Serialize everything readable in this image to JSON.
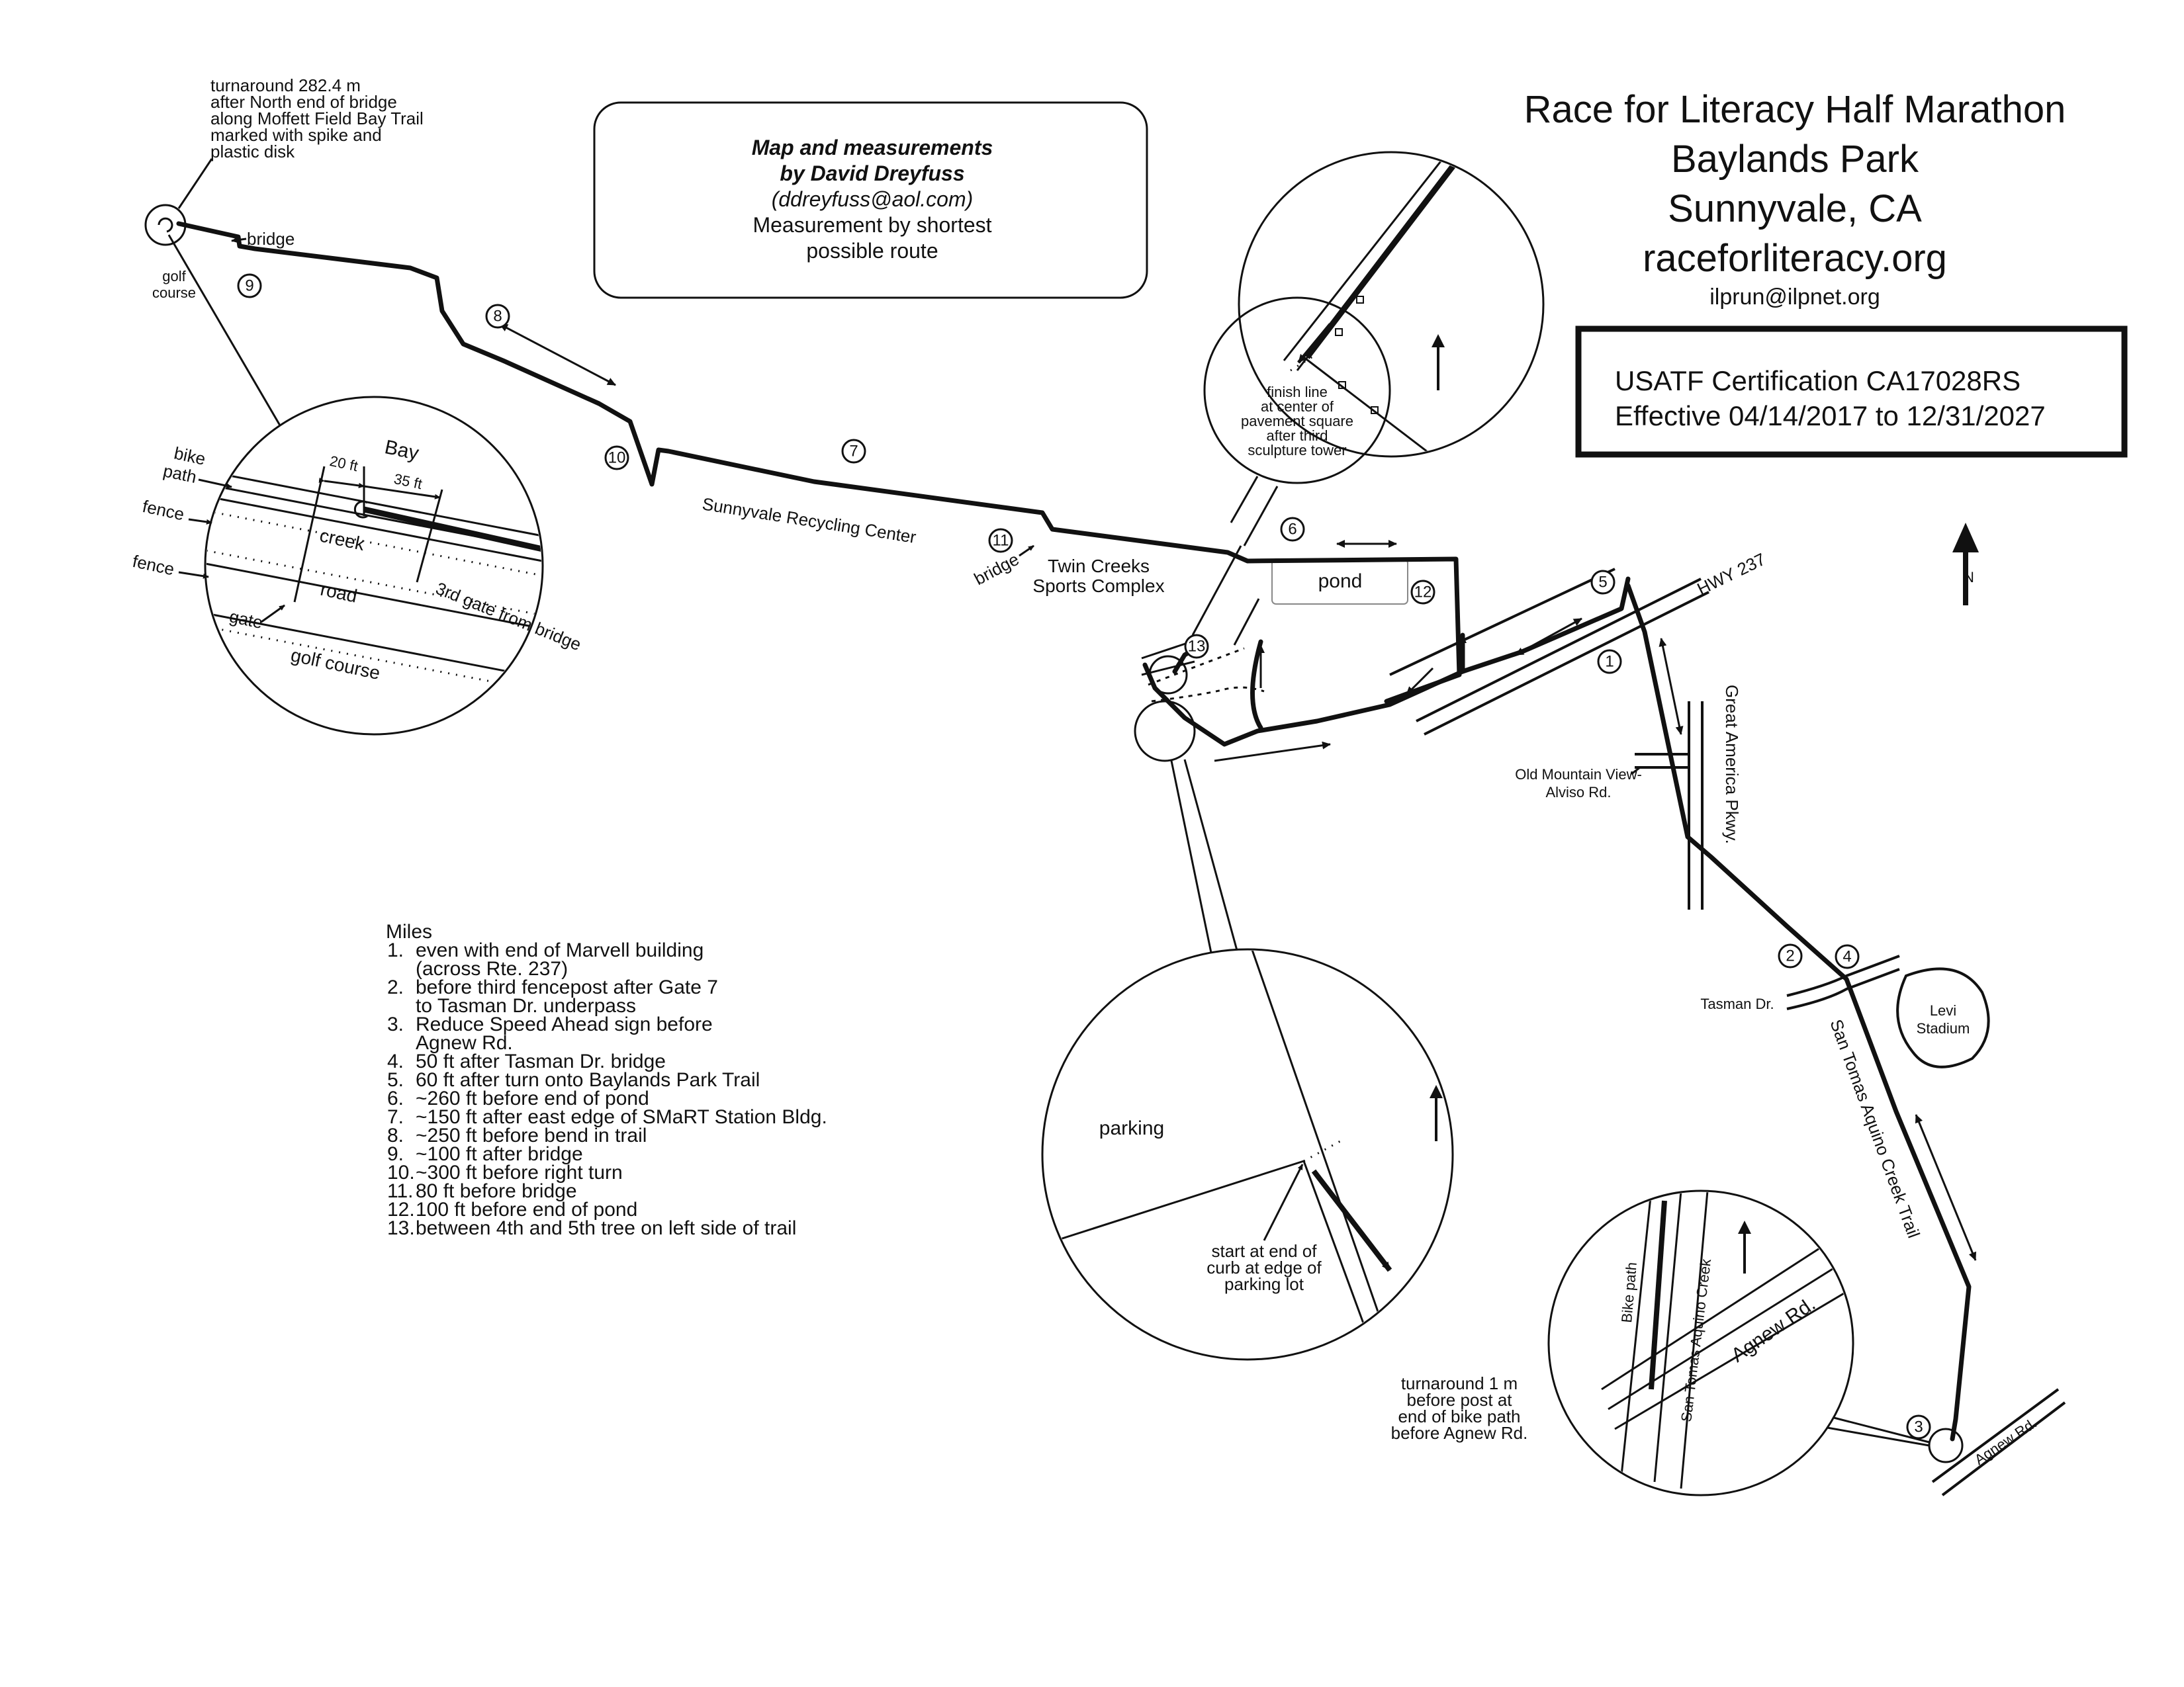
{
  "header": {
    "title_line1": "Race for Literacy Half Marathon",
    "title_line2": "Baylands Park",
    "title_line3": "Sunnyvale, CA",
    "website": "raceforliteracy.org",
    "email": "ilprun@ilpnet.org"
  },
  "certification": {
    "line1": "USATF Certification CA17028RS",
    "line2": "Effective 04/14/2017 to 12/31/2027"
  },
  "credits": {
    "line1": "Map and measurements",
    "line2": "by David Dreyfuss",
    "line3": "(ddreyfuss@aol.com)",
    "line4": "Measurement by shortest",
    "line5": "possible route"
  },
  "turnaround_north": {
    "line1": "turnaround 282.4 m",
    "line2": "after North end of bridge",
    "line3": "along Moffett Field Bay Trail",
    "line4": "marked with spike and",
    "line5": "plastic disk"
  },
  "labels": {
    "bridge_top": "bridge",
    "golf_course_1": "golf",
    "golf_course_2": "course",
    "recycling": "Sunnyvale Recycling Center",
    "bridge_mid": "bridge",
    "twin_creeks_1": "Twin Creeks",
    "twin_creeks_2": "Sports Complex",
    "pond": "pond",
    "hwy237": "HWY 237",
    "great_america": "Great America Pkwy.",
    "old_mtn_view_1": "Old Mountain View-",
    "old_mtn_view_2": "Alviso Rd.",
    "tasman": "Tasman Dr.",
    "levi_1": "Levi",
    "levi_2": "Stadium",
    "san_tomas": "San Tomas Aquino Creek Trail",
    "agnew": "Agnew Rd."
  },
  "inset_bay": {
    "bay": "Bay",
    "bike_path_1": "bike",
    "bike_path_2": "path",
    "dim_20": "20 ft",
    "dim_35": "35 ft",
    "fence_1": "fence",
    "fence_2": "fence",
    "creek": "creek",
    "road": "road",
    "gate": "gate",
    "third_gate": "3rd gate from bridge",
    "golf_course": "golf course"
  },
  "inset_finish": {
    "line1": "finish line",
    "line2": "at center of",
    "line3": "pavement square",
    "line4": "after third",
    "line5": "sculpture tower"
  },
  "inset_start": {
    "parking": "parking",
    "line1": "start at end of",
    "line2": "curb at edge of",
    "line3": "parking lot"
  },
  "inset_agnew": {
    "bike_path": "Bike path",
    "creek": "San Tomas Aquino Creek",
    "agnew": "Agnew Rd.",
    "turn_1": "turnaround 1 m",
    "turn_2": "before post at",
    "turn_3": "end of bike path",
    "turn_4": "before Agnew Rd."
  },
  "north_label": "N",
  "mile_markers": [
    "1",
    "2",
    "3",
    "4",
    "5",
    "6",
    "7",
    "8",
    "9",
    "10",
    "11",
    "12",
    "13"
  ],
  "legend": {
    "heading": "Miles",
    "items": [
      {
        "num": "1.",
        "text": "even with end of Marvell building"
      },
      {
        "num": "",
        "text": "(across Rte. 237)"
      },
      {
        "num": "2.",
        "text": "before third fencepost after Gate 7"
      },
      {
        "num": "",
        "text": "to Tasman Dr. underpass"
      },
      {
        "num": "3.",
        "text": "Reduce Speed Ahead sign before"
      },
      {
        "num": "",
        "text": "Agnew Rd."
      },
      {
        "num": "4.",
        "text": "50 ft after Tasman Dr. bridge"
      },
      {
        "num": "5.",
        "text": "60 ft after turn onto Baylands Park Trail"
      },
      {
        "num": "6.",
        "text": "~260 ft before end of pond"
      },
      {
        "num": "7.",
        "text": "~150 ft after east edge of SMaRT Station Bldg."
      },
      {
        "num": "8.",
        "text": "~250 ft before bend in trail"
      },
      {
        "num": "9.",
        "text": "~100 ft after bridge"
      },
      {
        "num": "10.",
        "text": "~300 ft before right turn"
      },
      {
        "num": "11.",
        "text": "80 ft before bridge"
      },
      {
        "num": "12.",
        "text": "100 ft before end of pond"
      },
      {
        "num": "13.",
        "text": "between 4th and 5th tree on left side of trail"
      }
    ]
  }
}
